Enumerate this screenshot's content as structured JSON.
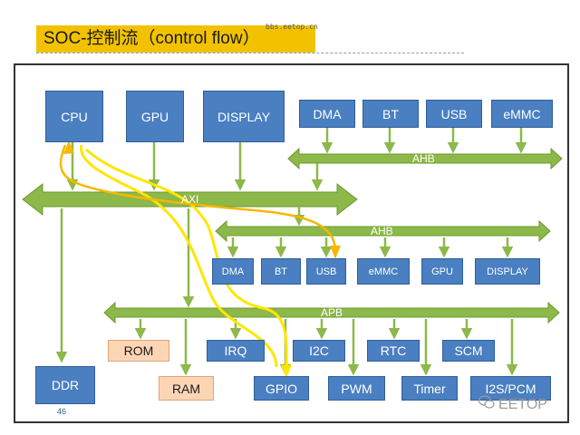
{
  "slide": {
    "title": "SOC-控制流（control flow）",
    "source_url": "bbs.eetop.cn",
    "page_number": "46",
    "watermark": "EETOP",
    "watermark_icon": "wechat-icon"
  },
  "blocks": {
    "cpu": "CPU",
    "gpu_top": "GPU",
    "display_top": "DISPLAY",
    "dma_top": "DMA",
    "bt_top": "BT",
    "usb_top": "USB",
    "emmc_top": "eMMC",
    "dma_mid": "DMA",
    "bt_mid": "BT",
    "usb_mid": "USB",
    "emmc_mid": "eMMC",
    "gpu_mid": "GPU",
    "display_mid": "DISPLAY",
    "rom": "ROM",
    "irq": "IRQ",
    "i2c": "I2C",
    "rtc": "RTC",
    "scm": "SCM",
    "ddr": "DDR",
    "ram": "RAM",
    "gpio": "GPIO",
    "pwm": "PWM",
    "timer": "Timer",
    "i2s_pcm": "I2S/PCM"
  },
  "buses": {
    "ahb_top": "AHB",
    "axi": "AXI",
    "ahb_mid": "AHB",
    "apb": "APB"
  },
  "colors": {
    "block_fill": "#4a7fc1",
    "memory_fill": "#fcd5b5",
    "bus_fill": "#8db84a",
    "control_path": "#ffe600",
    "return_path": "#f5b800",
    "title_bar": "#f2c200"
  }
}
